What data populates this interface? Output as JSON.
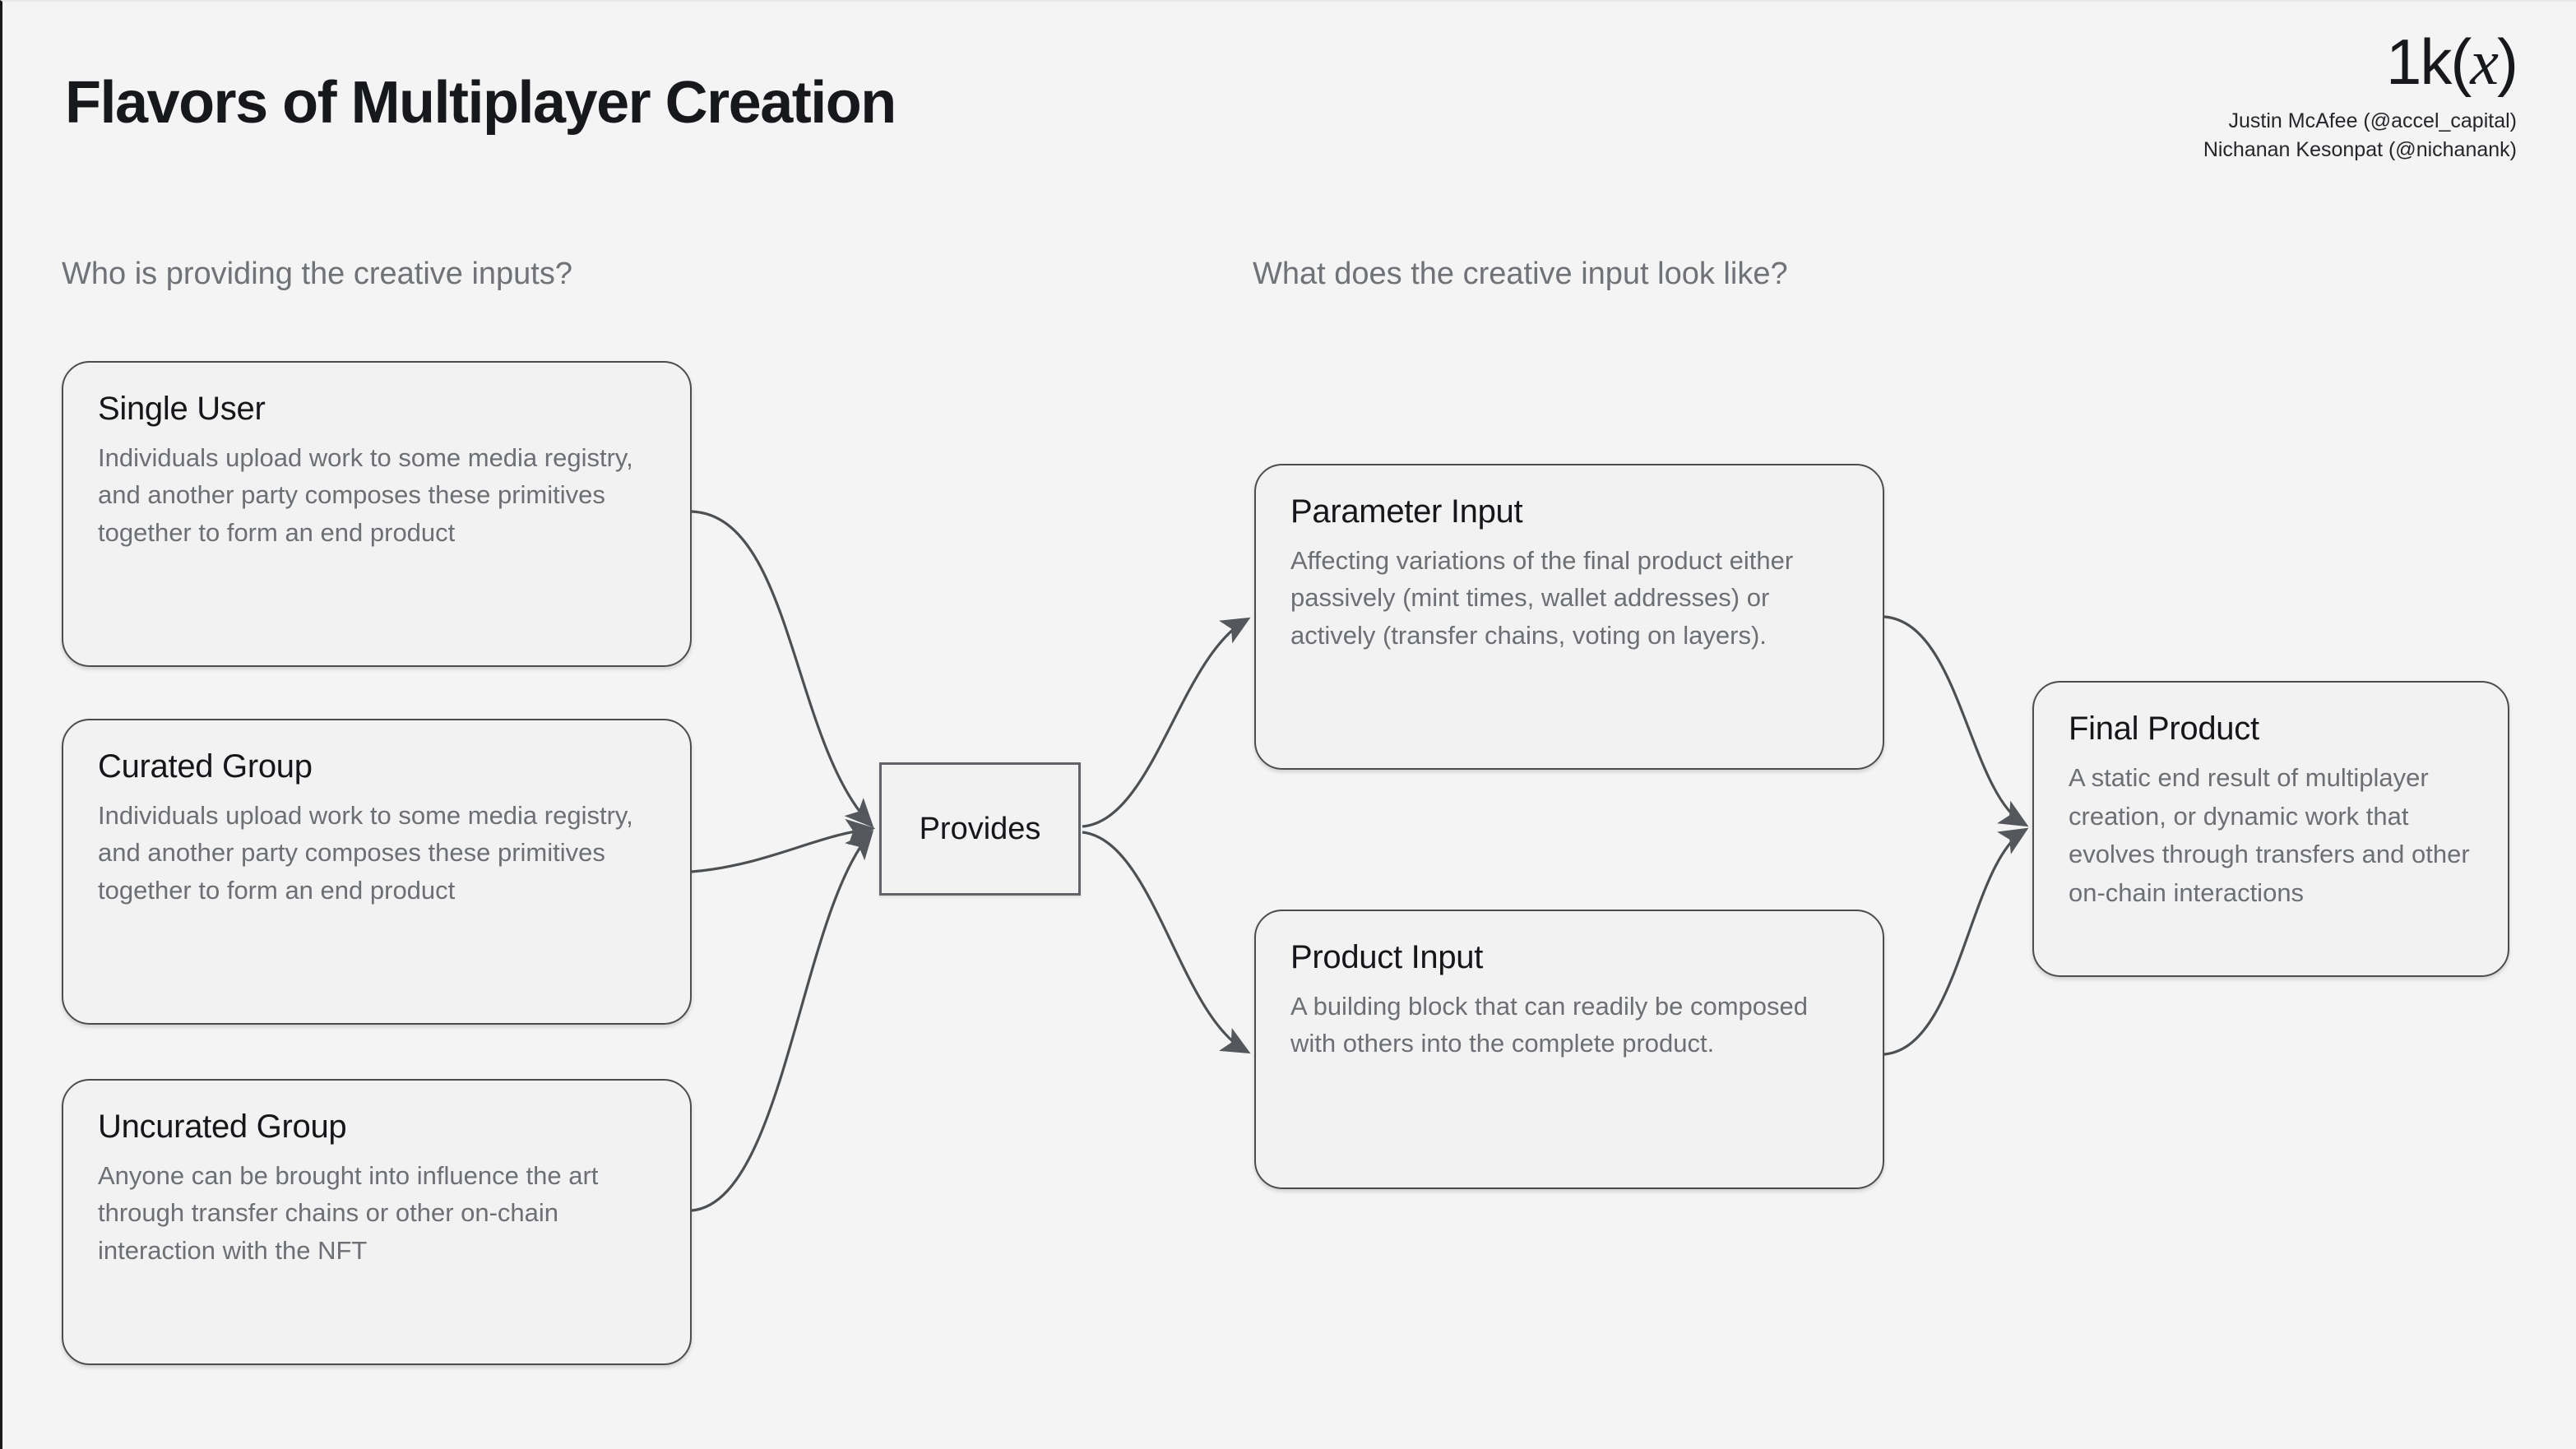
{
  "header": {
    "title": "Flavors of Multiplayer Creation",
    "logo": {
      "prefix": "1k",
      "open_paren": "(",
      "variable": "x",
      "close_paren": ")",
      "full": "1k(x)"
    },
    "authors": [
      "Justin McAfee (@accel_capital)",
      "Nichanan Kesonpat (@nichanank)"
    ]
  },
  "columns": {
    "left_question": "Who is providing the creative inputs?",
    "right_question": "What does the creative input look like?"
  },
  "nodes": {
    "single_user": {
      "title": "Single User",
      "desc": "Individuals upload work to some media registry, and another party composes these primitives together to form an end product"
    },
    "curated_group": {
      "title": "Curated Group",
      "desc": "Individuals upload work to some media registry, and another party composes these primitives together to form an end product"
    },
    "uncurated_group": {
      "title": "Uncurated Group",
      "desc": "Anyone can be brought into influence the art through transfer chains or other on-chain interaction with the NFT"
    },
    "provides": {
      "label": "Provides"
    },
    "parameter_input": {
      "title": "Parameter Input",
      "desc": "Affecting variations of the final product either passively (mint times, wallet addresses) or actively (transfer chains, voting on layers)."
    },
    "product_input": {
      "title": "Product Input",
      "desc": "A building block that can readily be composed with others into the complete product."
    },
    "final_product": {
      "title": "Final Product",
      "desc": "A static end result of multiplayer creation, or dynamic work that evolves through transfers and other on-chain interactions"
    }
  },
  "edges": [
    {
      "from": "single_user",
      "to": "provides"
    },
    {
      "from": "curated_group",
      "to": "provides"
    },
    {
      "from": "uncurated_group",
      "to": "provides"
    },
    {
      "from": "provides",
      "to": "parameter_input"
    },
    {
      "from": "provides",
      "to": "product_input"
    },
    {
      "from": "parameter_input",
      "to": "final_product"
    },
    {
      "from": "product_input",
      "to": "final_product"
    }
  ],
  "colors": {
    "background": "#f4f4f4",
    "card_fill": "#f2f2f2",
    "card_border": "#4d4d4d",
    "title_text": "#16181c",
    "body_text": "#6c6f73",
    "question_text": "#6f7276",
    "edge_stroke": "#4d5053"
  }
}
